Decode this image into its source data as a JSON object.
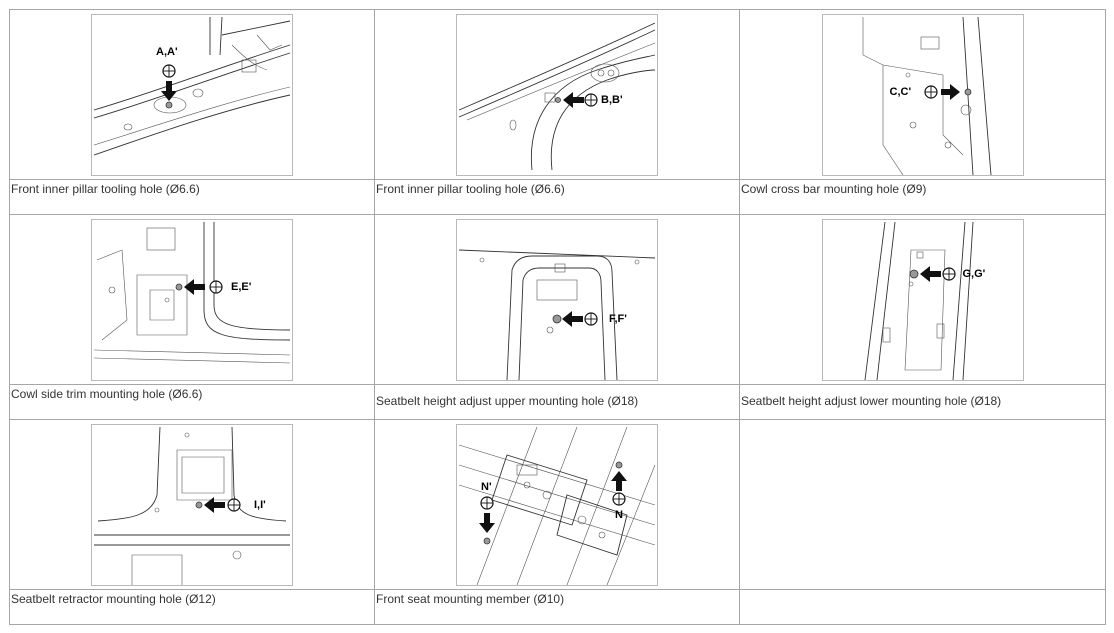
{
  "rows": [
    {
      "cells": [
        {
          "label": "A,A'",
          "caption": "Front inner pillar tooling hole (Ø6.6)"
        },
        {
          "label": "B,B'",
          "caption": "Front inner pillar tooling hole (Ø6.6)"
        },
        {
          "label": "C,C'",
          "caption": "Cowl cross bar mounting hole (Ø9)"
        }
      ]
    },
    {
      "cells": [
        {
          "label": "E,E'",
          "caption": "Cowl side trim mounting hole (Ø6.6)"
        },
        {
          "label": "F,F'",
          "caption": "Seatbelt height adjust upper mounting hole (Ø18)"
        },
        {
          "label": "G,G'",
          "caption": "Seatbelt height adjust lower mounting hole (Ø18)"
        }
      ]
    },
    {
      "cells": [
        {
          "label": "I,I'",
          "caption": "Seatbelt retractor mounting hole (Ø12)"
        },
        {
          "labels": [
            "N'",
            "N"
          ],
          "caption": "Front seat mounting member (Ø10)"
        },
        {
          "caption": ""
        }
      ]
    }
  ]
}
